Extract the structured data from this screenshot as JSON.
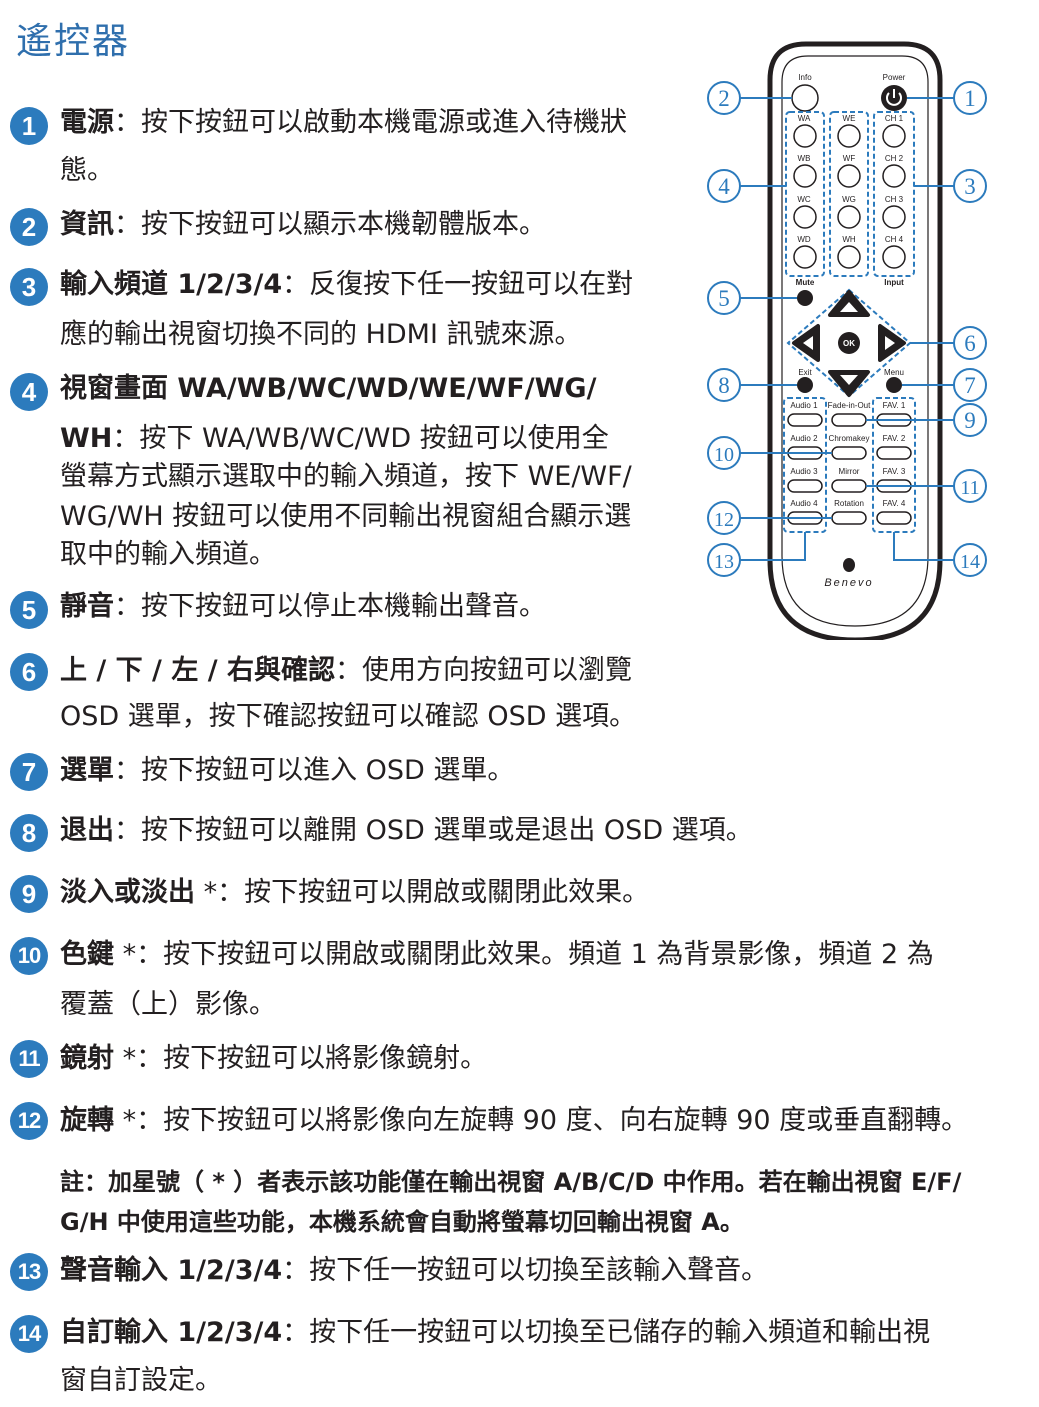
{
  "page": {
    "title": "遙控器"
  },
  "items": [
    {
      "num": "1",
      "lines": [
        {
          "label": "電源",
          "sep": "：",
          "text": "按下按鈕可以啟動本機電源或進入待機狀"
        },
        {
          "text": "態。"
        }
      ]
    },
    {
      "num": "2",
      "lines": [
        {
          "label": "資訊",
          "sep": "：",
          "text": "按下按鈕可以顯示本機韌體版本。"
        }
      ]
    },
    {
      "num": "3",
      "lines": [
        {
          "label": "輸入頻道 1/2/3/4",
          "sep": "：",
          "text": "反復按下任一按鈕可以在對"
        },
        {
          "text": "應的輸出視窗切換不同的 HDMI 訊號來源。"
        }
      ]
    },
    {
      "num": "4",
      "lines": [
        {
          "label": "視窗畫面 WA/WB/WC/WD/WE/WF/WG/"
        },
        {
          "label": "WH",
          "sep": "：",
          "text": "按下 WA/WB/WC/WD 按鈕可以使用全"
        },
        {
          "text": "螢幕方式顯示選取中的輸入頻道，按下 WE/WF/"
        },
        {
          "text": "WG/WH 按鈕可以使用不同輸出視窗組合顯示選"
        },
        {
          "text": "取中的輸入頻道。"
        }
      ]
    },
    {
      "num": "5",
      "lines": [
        {
          "label": "靜音",
          "sep": "：",
          "text": "按下按鈕可以停止本機輸出聲音。"
        }
      ]
    },
    {
      "num": "6",
      "lines": [
        {
          "label": "上 / 下 / 左 / 右與確認",
          "sep": "：",
          "text": "使用方向按鈕可以瀏覽"
        },
        {
          "text": "OSD 選單，按下確認按鈕可以確認 OSD 選項。"
        }
      ]
    },
    {
      "num": "7",
      "lines": [
        {
          "label": "選單",
          "sep": "：",
          "text": "按下按鈕可以進入 OSD 選單。"
        }
      ]
    },
    {
      "num": "8",
      "lines": [
        {
          "label": "退出",
          "sep": "：",
          "text": "按下按鈕可以離開 OSD 選單或是退出 OSD 選項。"
        }
      ]
    },
    {
      "num": "9",
      "lines": [
        {
          "label": "淡入或淡出",
          "sep": " *：",
          "text": "按下按鈕可以開啟或關閉此效果。"
        }
      ]
    },
    {
      "num": "10",
      "lines": [
        {
          "label": "色鍵",
          "sep": " *：",
          "text": "按下按鈕可以開啟或關閉此效果。頻道 1 為背景影像，頻道 2 為"
        },
        {
          "text": "覆蓋（上）影像。"
        }
      ]
    },
    {
      "num": "11",
      "lines": [
        {
          "label": "鏡射",
          "sep": " *：",
          "text": "按下按鈕可以將影像鏡射。"
        }
      ]
    },
    {
      "num": "12",
      "lines": [
        {
          "label": "旋轉",
          "sep": " *：",
          "text": "按下按鈕可以將影像向左旋轉 90 度、向右旋轉 90 度或垂直翻轉。"
        }
      ]
    },
    {
      "num": "13",
      "lines": [
        {
          "label": "聲音輸入 1/2/3/4",
          "sep": "：",
          "text": "按下任一按鈕可以切換至該輸入聲音。"
        }
      ]
    },
    {
      "num": "14",
      "lines": [
        {
          "label": "自訂輸入 1/2/3/4",
          "sep": "：",
          "text": "按下任一按鈕可以切換至已儲存的輸入頻道和輸出視"
        },
        {
          "text": "窗自訂設定。"
        }
      ]
    }
  ],
  "note": {
    "line1": "註：加星號（ * ）者表示該功能僅在輸出視窗 A/B/C/D 中作用。若在輸出視窗 E/F/",
    "line2": "G/H 中使用這些功能，本機系統會自動將螢幕切回輸出視窗 A。"
  },
  "remote": {
    "info": "Info",
    "power": "Power",
    "mute": "Mute",
    "input": "Input",
    "exit": "Exit",
    "menu": "Menu",
    "ok": "OK",
    "w_left": [
      "WA",
      "WB",
      "WC",
      "WD"
    ],
    "w_right": [
      "WE",
      "WF",
      "WG",
      "WH"
    ],
    "ch": [
      "CH 1",
      "CH 2",
      "CH 3",
      "CH 4"
    ],
    "audio": [
      "Audio 1",
      "Audio 2",
      "Audio 3",
      "Audio 4"
    ],
    "mid": [
      "Fade-in-Out",
      "Chromakey",
      "Mirror",
      "Rotation"
    ],
    "fav": [
      "FAV. 1",
      "FAV. 2",
      "FAV. 3",
      "FAV. 4"
    ],
    "brand": "Benevo",
    "callouts": [
      "1",
      "2",
      "3",
      "4",
      "5",
      "6",
      "7",
      "8",
      "9",
      "10",
      "11",
      "12",
      "13",
      "14"
    ]
  },
  "colors": {
    "accent": "#2c7bbd",
    "title": "#2f6fad",
    "dash": "#2c7bbd"
  }
}
